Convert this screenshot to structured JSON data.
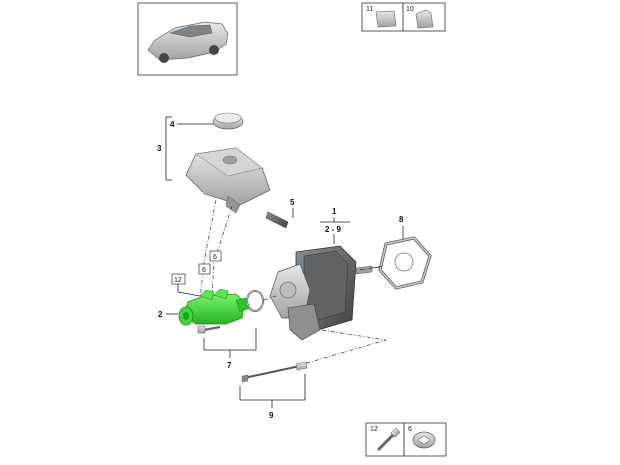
{
  "callouts": {
    "c1": "1",
    "c2_9": "2 - 9",
    "c2": "2",
    "c3": "3",
    "c4": "4",
    "c5": "5",
    "c6a": "6",
    "c6b": "6",
    "c7": "7",
    "c8": "8",
    "c9": "9",
    "c12": "12"
  },
  "legend_top": {
    "item_a": "11",
    "item_b": "10"
  },
  "legend_bottom": {
    "item_a": "12",
    "item_b": "6"
  },
  "colors": {
    "highlight": "#3ddc3a",
    "outline": "#444444",
    "body": "#c8cccf"
  }
}
